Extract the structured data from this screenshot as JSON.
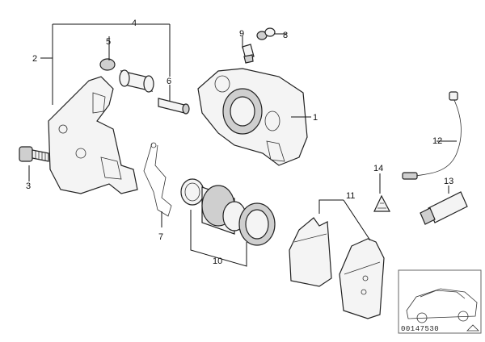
{
  "callouts": [
    {
      "id": "1",
      "label": "1"
    },
    {
      "id": "2",
      "label": "2"
    },
    {
      "id": "3",
      "label": "3"
    },
    {
      "id": "4",
      "label": "4"
    },
    {
      "id": "5",
      "label": "5"
    },
    {
      "id": "6",
      "label": "6"
    },
    {
      "id": "7",
      "label": "7"
    },
    {
      "id": "8",
      "label": "8"
    },
    {
      "id": "9",
      "label": "9"
    },
    {
      "id": "10",
      "label": "10"
    },
    {
      "id": "11",
      "label": "11"
    },
    {
      "id": "12",
      "label": "12"
    },
    {
      "id": "13",
      "label": "13"
    },
    {
      "id": "14",
      "label": "14"
    }
  ],
  "document_number": "00147530",
  "thumbnail": {
    "icon": "car-silhouette-icon"
  }
}
